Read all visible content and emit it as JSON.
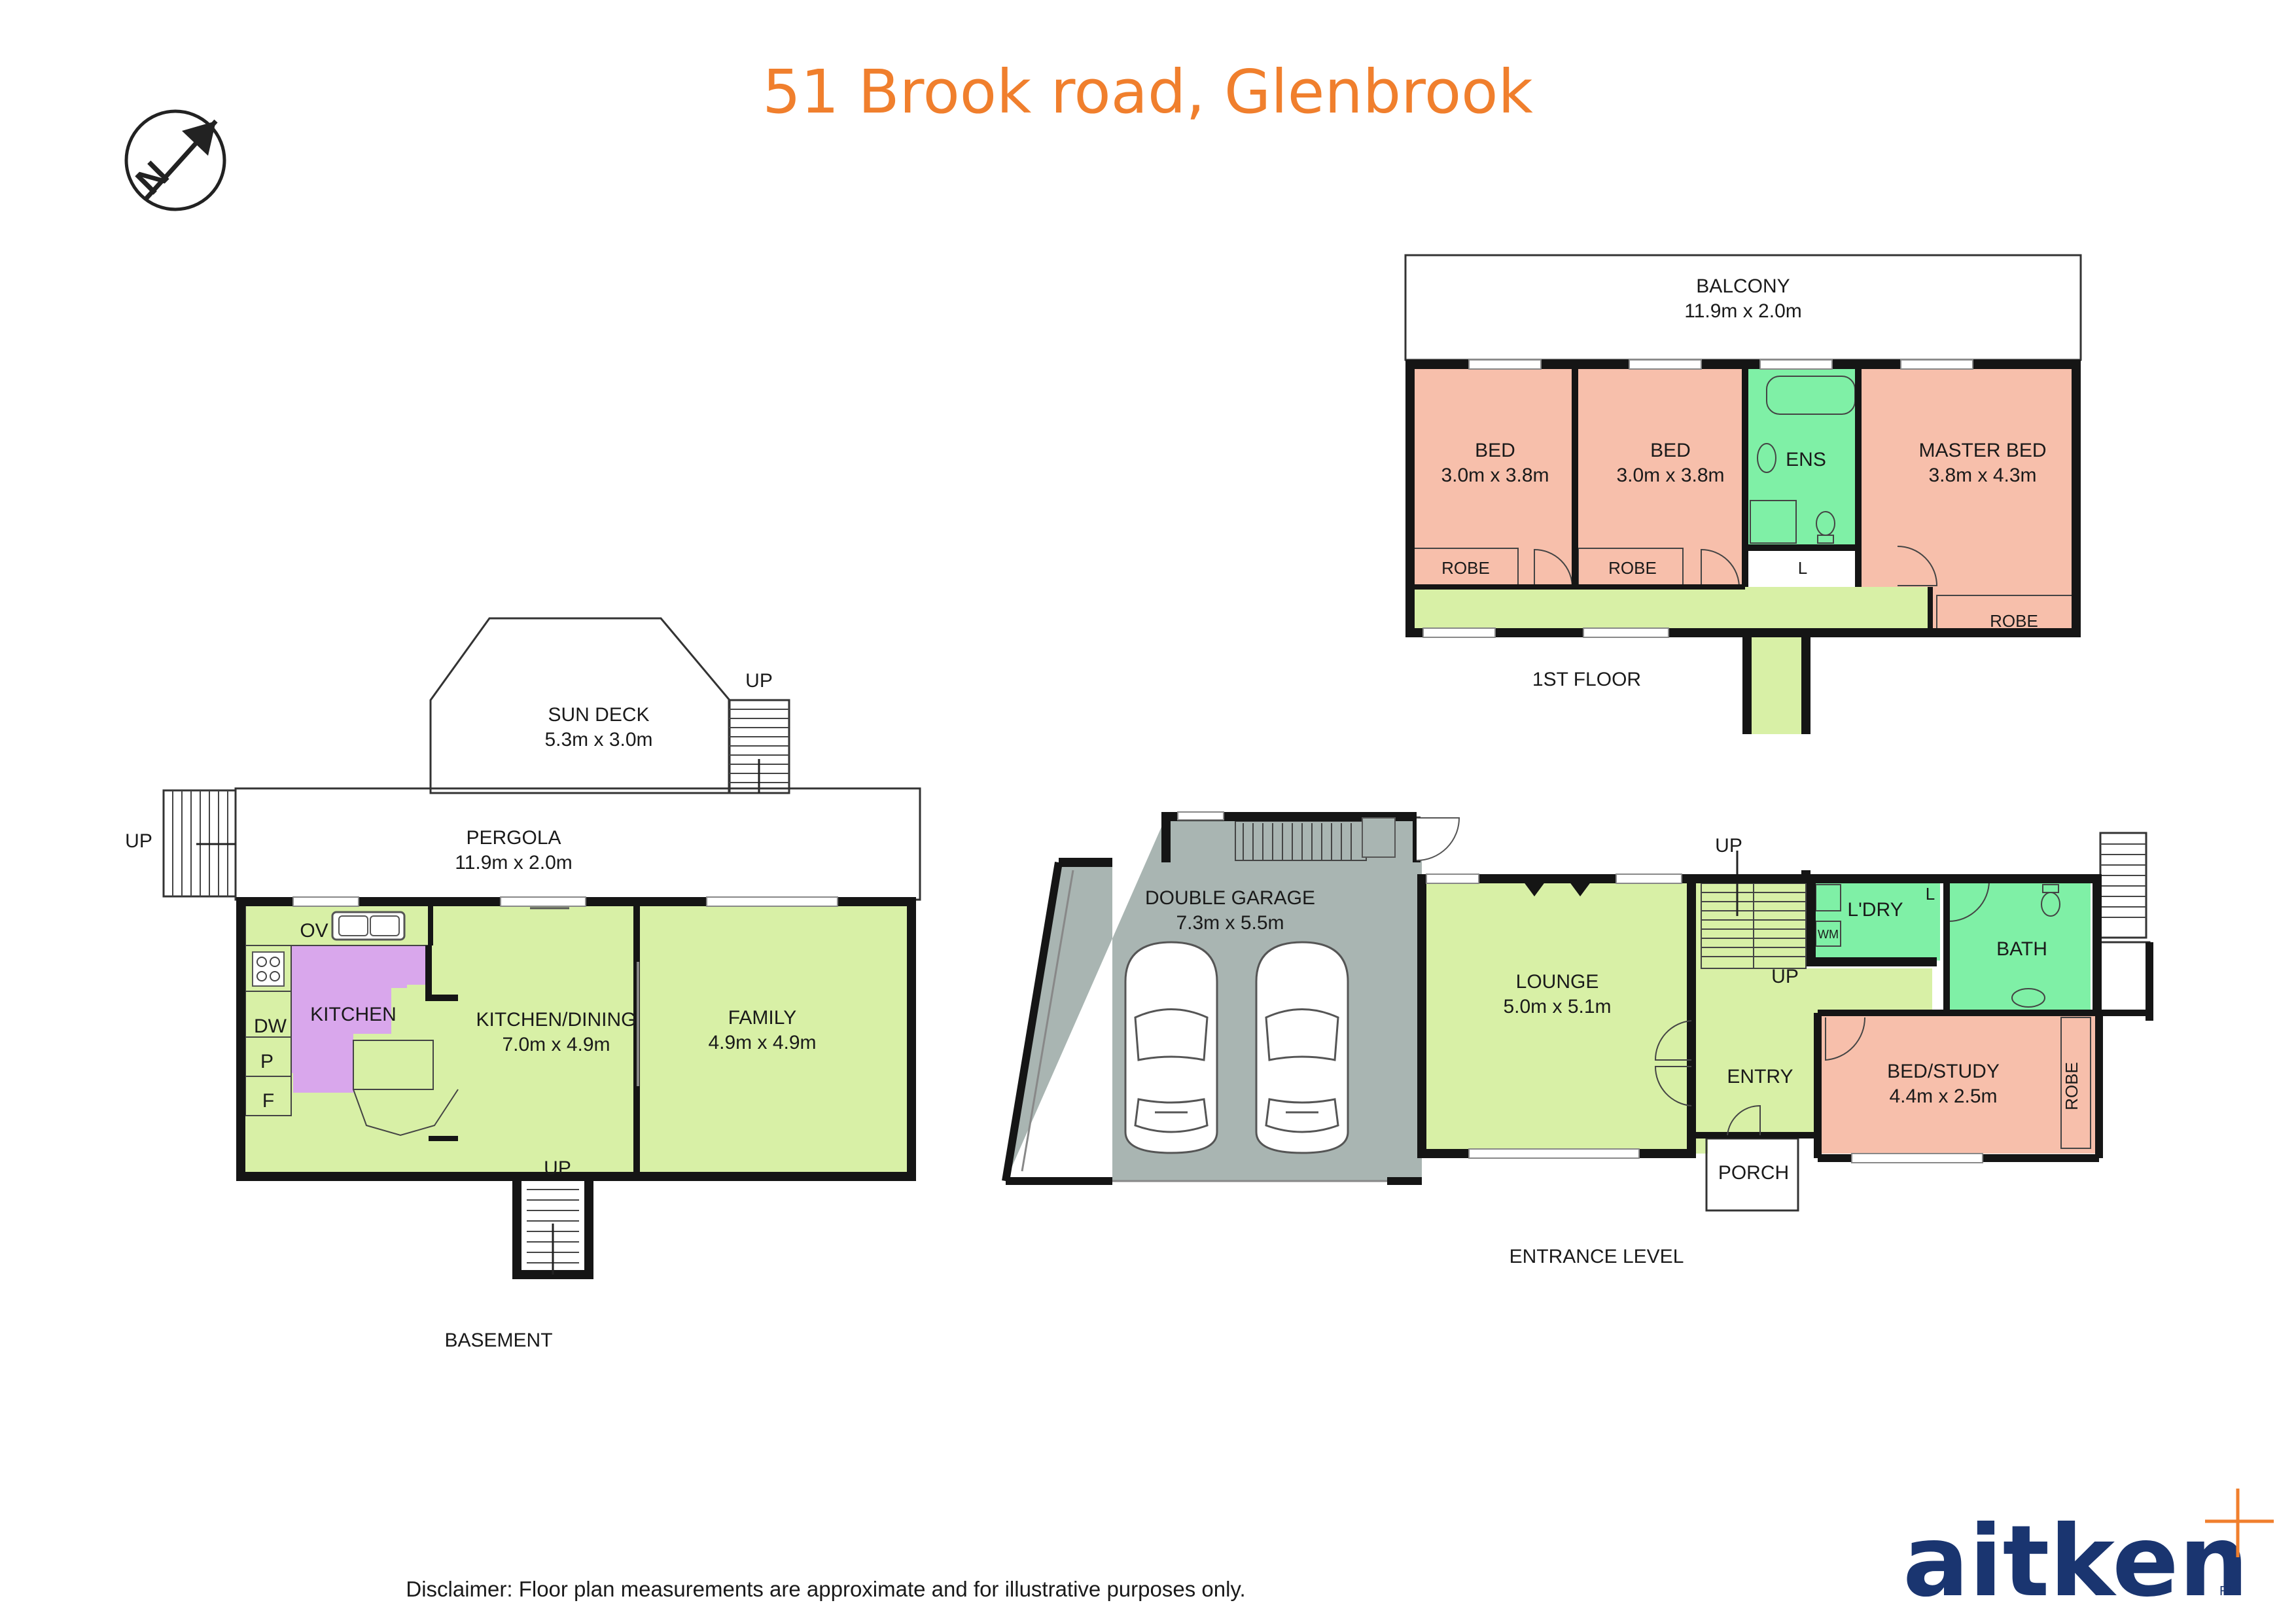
{
  "title": "51 Brook road, Glenbrook",
  "colors": {
    "title": "#f07f2d",
    "living": "#d8f0a6",
    "bedroom": "#f7bfab",
    "wet": "#7ff0a6",
    "kitchen": "#d9a7ec",
    "garage": "#a9b5b2",
    "logo": "#1a3570",
    "accent": "#f07f2d"
  },
  "compass": {
    "icon": "north-arrow-icon",
    "label": "N"
  },
  "levels": {
    "basement": {
      "name": "BASEMENT",
      "sun_deck": {
        "name": "SUN DECK",
        "size": "5.3m x 3.0m"
      },
      "pergola": {
        "name": "PERGOLA",
        "size": "11.9m x 2.0m"
      },
      "kitchen": {
        "name": "KITCHEN"
      },
      "kitchen_dining": {
        "name": "KITCHEN/DINING",
        "size": "7.0m x 4.9m"
      },
      "family": {
        "name": "FAMILY",
        "size": "4.9m x 4.9m"
      },
      "fixtures": {
        "ov": "OV",
        "dw": "DW",
        "p": "P",
        "f": "F"
      },
      "stairs": {
        "left": "UP",
        "deck": "UP",
        "bottom": "UP"
      }
    },
    "entrance": {
      "name": "ENTRANCE LEVEL",
      "garage": {
        "name": "DOUBLE GARAGE",
        "size": "7.3m x 5.5m"
      },
      "lounge": {
        "name": "LOUNGE",
        "size": "5.0m x 5.1m"
      },
      "entry": {
        "name": "ENTRY"
      },
      "porch": {
        "name": "PORCH"
      },
      "laundry": {
        "name": "L'DRY",
        "wm": "WM",
        "linen": "L"
      },
      "bath": {
        "name": "BATH"
      },
      "bed_study": {
        "name": "BED/STUDY",
        "size": "4.4m x 2.5m"
      },
      "robe": {
        "name": "ROBE"
      },
      "stairs": {
        "top": "UP",
        "inner": "UP"
      }
    },
    "first": {
      "name": "1ST FLOOR",
      "balcony": {
        "name": "BALCONY",
        "size": "11.9m x 2.0m"
      },
      "bed1": {
        "name": "BED",
        "size": "3.0m x 3.8m",
        "robe": "ROBE"
      },
      "bed2": {
        "name": "BED",
        "size": "3.0m x 3.8m",
        "robe": "ROBE"
      },
      "ensuite": {
        "name": "ENS"
      },
      "linen": {
        "name": "L"
      },
      "master": {
        "name": "MASTER BED",
        "size": "3.8m x 4.3m",
        "robe": "ROBE"
      }
    }
  },
  "disclaimer": "Disclaimer: Floor plan measurements are approximate and for illustrative purposes only.",
  "logo": {
    "word": "aitken",
    "suffix": "RE"
  }
}
